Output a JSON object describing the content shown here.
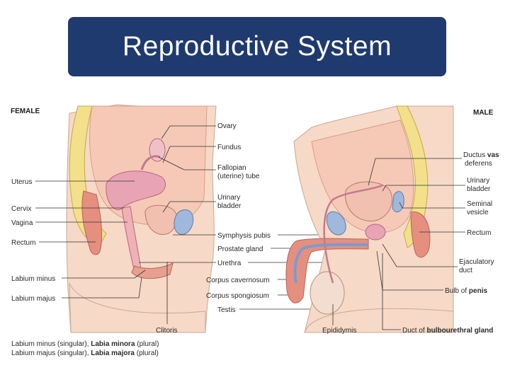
{
  "title": "Reproductive System",
  "female": {
    "header": "FEMALE",
    "labels": {
      "ovary": "Ovary",
      "fundus": "Fundus",
      "fallopian_1": "Fallopian",
      "fallopian_2": "(uterine) tube",
      "uterus": "Uterus",
      "urinary_1": "Urinary",
      "urinary_2": "bladder",
      "cervix": "Cervix",
      "vagina": "Vagina",
      "rectum": "Rectum",
      "labium_minus": "Labium minus",
      "labium_majus": "Labium majus",
      "clitoris": "Clitoris"
    },
    "notes": {
      "line1_a": "Labium minus (singular), ",
      "line1_b": "Labia minora",
      "line1_c": " (plural)",
      "line2_a": "Labium majus (singular), ",
      "line2_b": "Labia majora",
      "line2_c": " (plural)"
    }
  },
  "shared": {
    "symphysis_pubis": "Symphysis pubis",
    "prostate_gland": "Prostate gland",
    "urethra": "Urethra",
    "corpus_cavernosum": "Corpus cavernosum",
    "corpus_spongiosum": "Corpus spongiosum",
    "testis": "Testis"
  },
  "male": {
    "header": "MALE",
    "labels": {
      "ductus_1a": "Ductus ",
      "ductus_1b": "vas",
      "ductus_2": "deferens",
      "urinary_1": "Urinary",
      "urinary_2": "bladder",
      "seminal_1": "Seminal",
      "seminal_2": "vesicle",
      "rectum": "Rectum",
      "ejaculatory_1": "Ejaculatory",
      "ejaculatory_2": "duct",
      "bulb_a": "Bulb of ",
      "bulb_b": "penis",
      "epididymis": "Epididymis",
      "bulbourethral_a": "Duct of ",
      "bulbourethral_b": "bulbourethral gland"
    }
  },
  "colors": {
    "title_bg": "#1f3a6e",
    "title_text": "#ffffff",
    "bone": "#f3e08a",
    "tissue": "#f2b9a4",
    "muscle": "#e58f7f",
    "bladder": "#9fb8dc",
    "skin": "#f6d9c6"
  }
}
